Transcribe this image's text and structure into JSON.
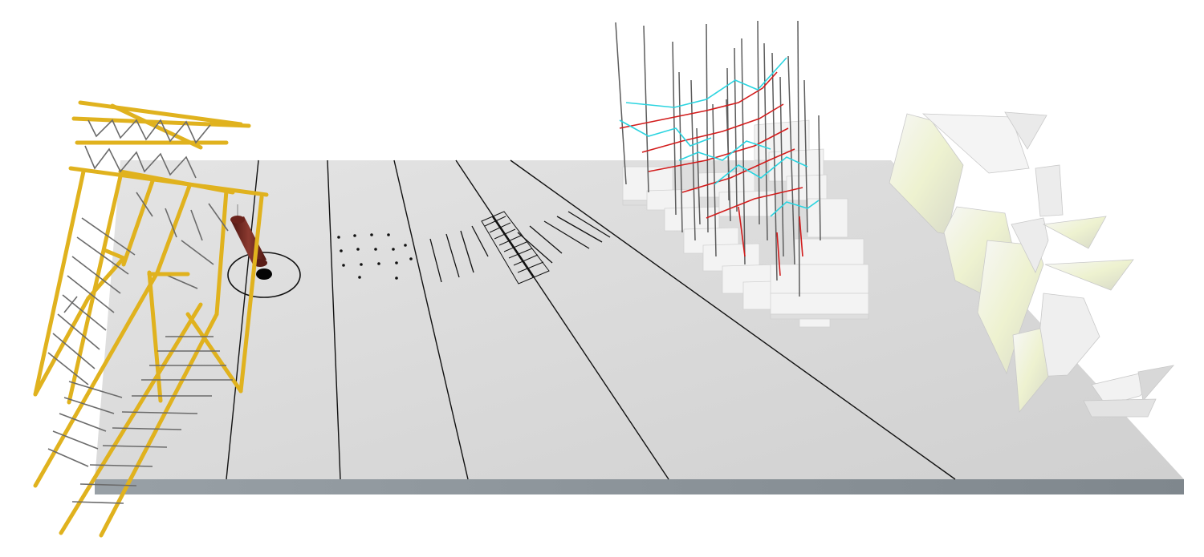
{
  "scene": {
    "kind": "3D robot training arena render",
    "colors": {
      "floor_top": "#d9d9d9",
      "floor_side": "#8a9299",
      "ladder_yellow": "#e0b21e",
      "ladder_grey": "#6b6b6b",
      "beam_red": "#d21c1c",
      "beam_cyan": "#2ad4e0",
      "punching_bag": "#7a2a22",
      "wall_tint": "#eef2d0"
    },
    "objects": {
      "climbing_structure": "yellow-ladder-frame",
      "punching_bag": "hanging-bag",
      "target_ring": "ring-with-black-disc",
      "dot_grid": "dot-matrix",
      "hurdle_sticks": "parallel-sticks",
      "ladder_grid": "floor-ladder-grid",
      "pole_forest": "vertical-poles",
      "step_blocks": "stacked-steps",
      "angled_walls": "slanted-panels"
    }
  }
}
